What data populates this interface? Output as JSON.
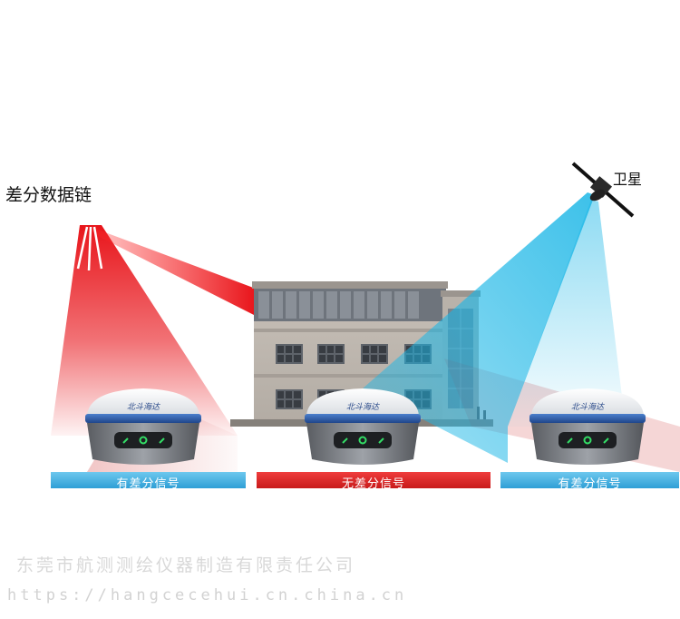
{
  "labels": {
    "data_link": "差分数据链",
    "satellite": "卫星"
  },
  "receiver_brand": "北斗海达",
  "signal_bars": [
    {
      "text": "有差分信号",
      "color": "#2e9fd6"
    },
    {
      "text": "无差分信号",
      "color": "#c81a1a"
    },
    {
      "text": "有差分信号",
      "color": "#2e9fd6"
    }
  ],
  "watermark": {
    "company": "东莞市航测测绘仪器制造有限责任公司",
    "url": "https://hangcecehui.cn.china.cn"
  },
  "colors": {
    "radio_beam": "#e8141a",
    "satellite_beam": "#1ab6e6",
    "receiver_band": "#2a5aa8",
    "led": "#33dd66"
  }
}
